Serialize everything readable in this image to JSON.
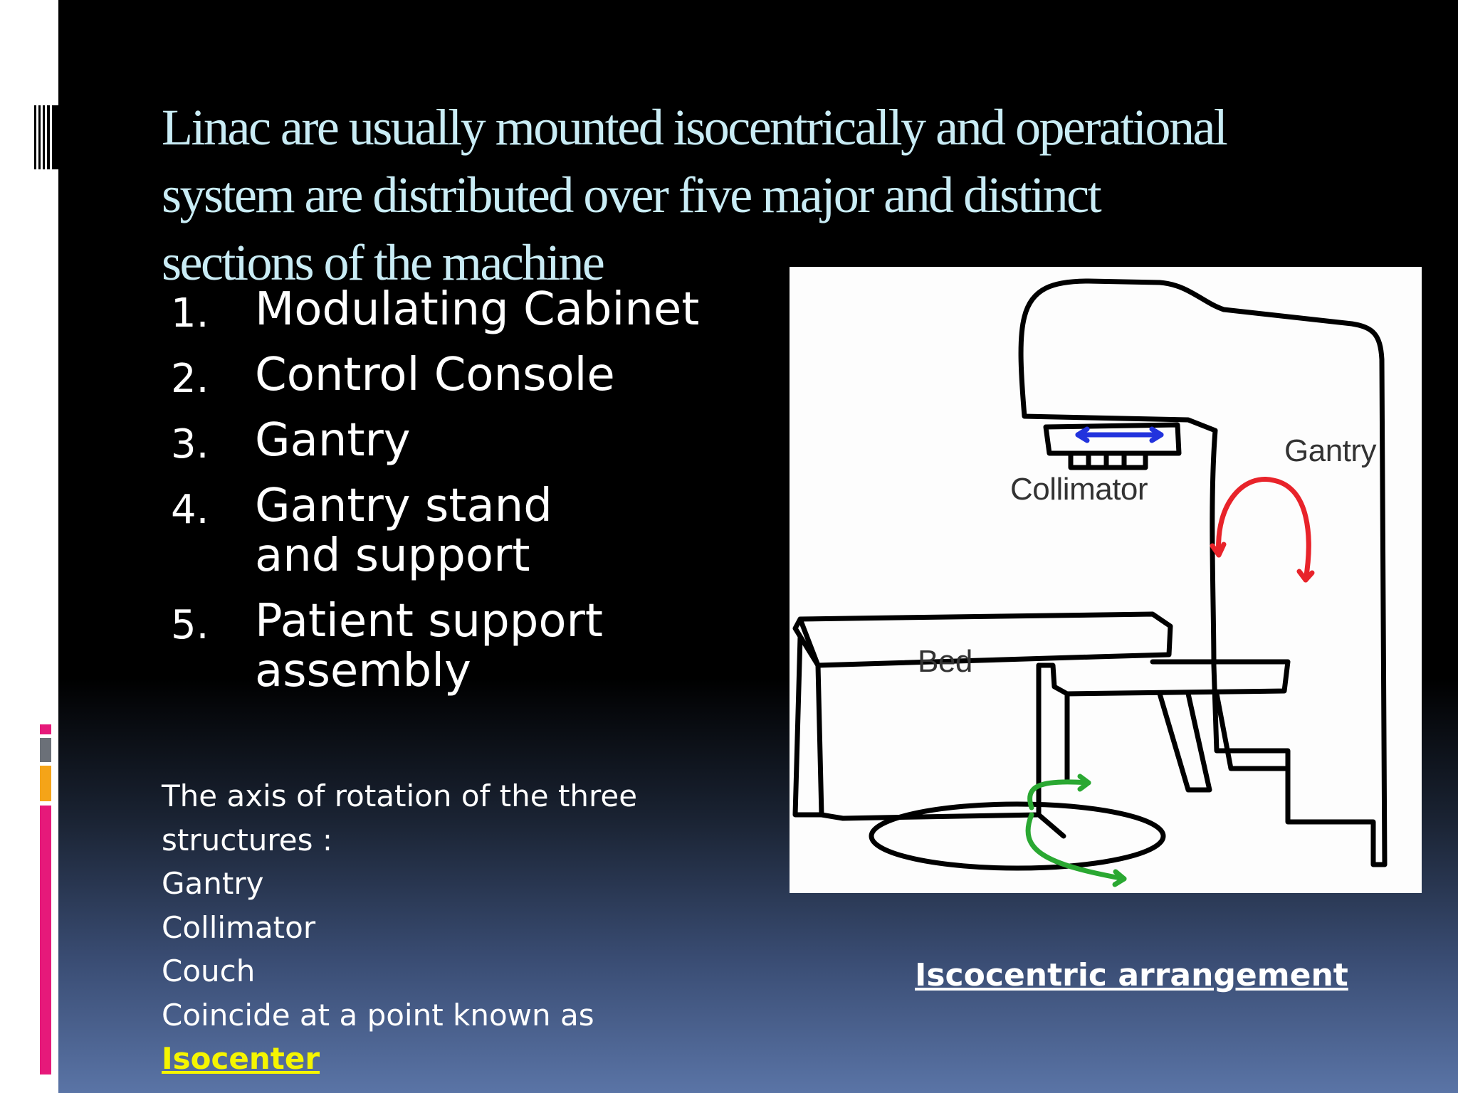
{
  "slide": {
    "title_lines": [
      "Linac are usually mounted isocentrically and operational",
      "system are distributed over five major and distinct",
      "sections of the machine"
    ],
    "list": [
      {
        "num": "1.",
        "text": "Modulating Cabinet"
      },
      {
        "num": "2.",
        "text": "Control Console"
      },
      {
        "num": "3.",
        "text": "Gantry"
      },
      {
        "num": "4.",
        "text": "Gantry stand and support"
      },
      {
        "num": "5.",
        "text": "Patient support assembly"
      }
    ],
    "axis_text": {
      "line1": "The axis of rotation of the three",
      "line2": "structures :",
      "line3": "Gantry",
      "line4": "Collimator",
      "line5": "Couch",
      "line6": "Coincide at a point known as",
      "highlight": "Isocenter"
    },
    "figure": {
      "labels": {
        "collimator": "Collimator",
        "gantry": "Gantry",
        "bed": "Bed"
      },
      "caption": "Iscocentric arrangement"
    },
    "colors": {
      "title": "#c9ecf5",
      "highlight": "#f5f500",
      "arrow_red": "#e8232a",
      "arrow_green": "#2aa832",
      "arrow_blue": "#2233dd",
      "accent_pink": "#e6197a",
      "accent_orange": "#f5a418",
      "accent_gray": "#6b7078"
    }
  }
}
